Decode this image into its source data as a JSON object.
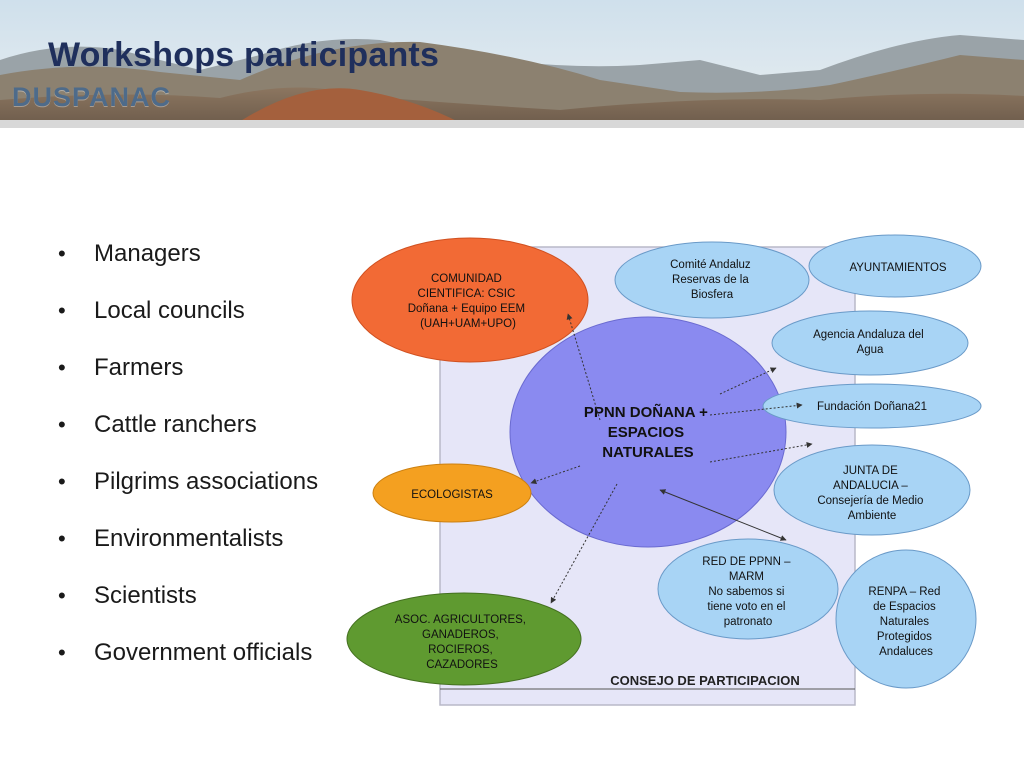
{
  "header": {
    "title": "Workshops participants",
    "logo_text": "DUSPANAC"
  },
  "bullets": [
    "Managers",
    "Local councils",
    "Farmers",
    "Cattle ranchers",
    "Pilgrims associations",
    "Environmentalists",
    "Scientists",
    "Government officials"
  ],
  "diagram": {
    "panel_label": "CONSEJO DE PARTICIPACION",
    "center": [
      "PPNN DOÑANA +",
      "ESPACIOS",
      "NATURALES"
    ],
    "nodes": {
      "comunidad": [
        "COMUNIDAD",
        "CIENTIFICA: CSIC",
        "Doñana + Equipo EEM",
        "(UAH+UAM+UPO)"
      ],
      "comite": [
        "Comité Andaluz",
        "Reservas de la",
        "Biosfera"
      ],
      "ayuntamientos": [
        "AYUNTAMIENTOS"
      ],
      "agencia": [
        "Agencia Andaluza del",
        "Agua"
      ],
      "fundacion": [
        "Fundación Doñana21"
      ],
      "junta": [
        "JUNTA DE",
        "ANDALUCIA –",
        "Consejería de Medio",
        "Ambiente"
      ],
      "ecologistas": [
        "ECOLOGISTAS"
      ],
      "red": [
        "RED DE PPNN –",
        "MARM",
        "No sabemos si",
        "tiene voto en el",
        "patronato"
      ],
      "renpa": [
        "RENPA – Red",
        "de Espacios",
        "Naturales",
        "Protegidos",
        "Andaluces"
      ],
      "asoc": [
        "ASOC. AGRICULTORES,",
        "GANADEROS,",
        "ROCIEROS,",
        "CAZADORES"
      ]
    }
  },
  "colors": {
    "title": "#1f2f5c",
    "panel": "#e6e6f8",
    "center": "#8a8af0",
    "orange_red": "#f26a35",
    "orange": "#f4a020",
    "green": "#5f9a30",
    "light_blue": "#a8d4f5"
  }
}
